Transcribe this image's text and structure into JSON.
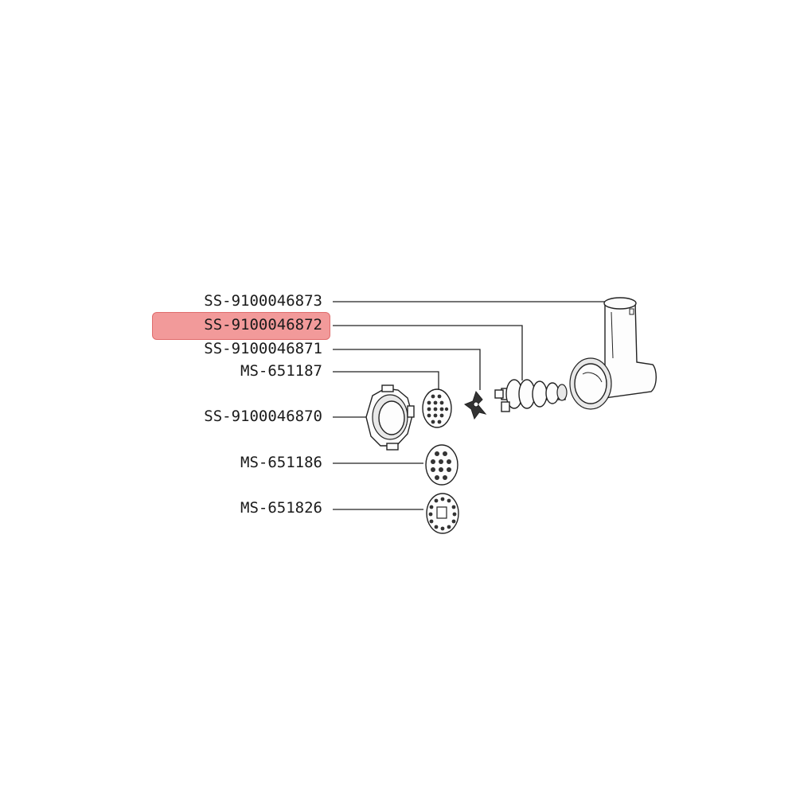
{
  "highlight_color": "#f29a9a",
  "labels": [
    {
      "id": "part1",
      "text": "SS-9100046873",
      "highlighted": false
    },
    {
      "id": "part2",
      "text": "SS-9100046872",
      "highlighted": true
    },
    {
      "id": "part3",
      "text": "SS-9100046871",
      "highlighted": false
    },
    {
      "id": "part4",
      "text": "MS-651187",
      "highlighted": false
    },
    {
      "id": "part5",
      "text": "SS-9100046870",
      "highlighted": false
    },
    {
      "id": "part6",
      "text": "MS-651186",
      "highlighted": false
    },
    {
      "id": "part7",
      "text": "MS-651826",
      "highlighted": false
    }
  ]
}
